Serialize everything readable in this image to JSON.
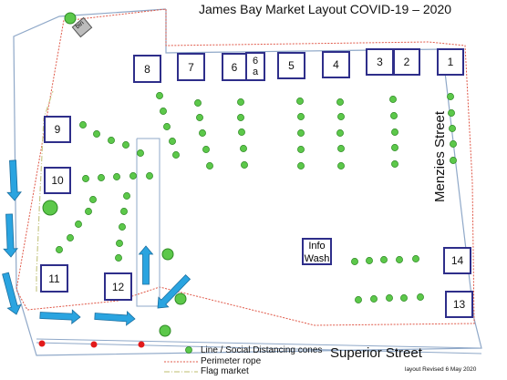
{
  "title": "James Bay Market Layout COVID-19 – 2020",
  "streets": {
    "right": "Menzies Street",
    "bottom": "Superior Street"
  },
  "legend": {
    "cones": "Line / Social Distancing cones",
    "rope": "Perimeter rope",
    "flag": "Flag market"
  },
  "revised_note": "layout Revised 6 May 2020",
  "stalls": [
    "1",
    "2",
    "3",
    "4",
    "5",
    "6a",
    "6",
    "7",
    "8",
    "9",
    "10",
    "11",
    "12",
    "13",
    "14"
  ],
  "stall_6a": [
    "6",
    "a"
  ],
  "info_wash": [
    "Info",
    "Wash"
  ],
  "bin_label": "bin",
  "colors": {
    "stall_border": "#2e2e8a",
    "cone": "#5cc84a",
    "arrow": "#2aa4e0",
    "rope": "#e05a4a",
    "flag": "#c9c98a",
    "boundary": "#8fa8c8",
    "red_dot": "#e21a1a"
  }
}
